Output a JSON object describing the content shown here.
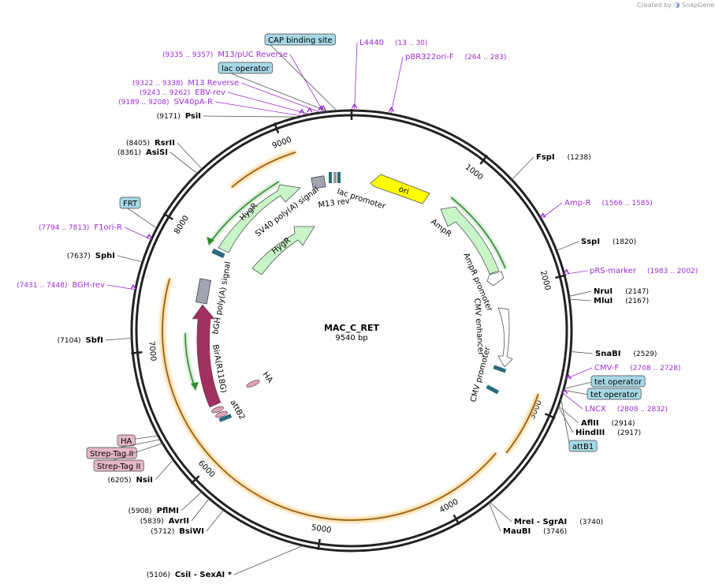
{
  "app": {
    "credit_text": "Created by",
    "brand": "SnapGene"
  },
  "plasmid": {
    "name": "MAC_C_RET",
    "size_label": "9540 bp",
    "length": 9540
  },
  "colors": {
    "backbone": "#222222",
    "hygr": "#c8f5c8",
    "ampr": "#c8f5c8",
    "ori": "#ffff00",
    "birA": "#a0305f",
    "orf": "#f0a020",
    "primer": "#9b30d0",
    "boxed_label_bg": "#a7d8e6",
    "tag_label_bg": "#e6b7c6"
  },
  "ticks": [
    {
      "pos": 1000,
      "label": "1000"
    },
    {
      "pos": 2000,
      "label": "2000"
    },
    {
      "pos": 3000,
      "label": "3000"
    },
    {
      "pos": 4000,
      "label": "4000"
    },
    {
      "pos": 5000,
      "label": "5000"
    },
    {
      "pos": 6000,
      "label": "6000"
    },
    {
      "pos": 7000,
      "label": "7000"
    },
    {
      "pos": 8000,
      "label": "8000"
    },
    {
      "pos": 9000,
      "label": "9000"
    }
  ],
  "enzymes": [
    {
      "name": "FspI",
      "coord": "(1238)",
      "pos": 1238
    },
    {
      "name": "SspI",
      "coord": "(1820)",
      "pos": 1820
    },
    {
      "name": "NruI",
      "coord": "(2147)",
      "pos": 2147
    },
    {
      "name": "MluI",
      "coord": "(2167)",
      "pos": 2167
    },
    {
      "name": "SnaBI",
      "coord": "(2529)",
      "pos": 2529
    },
    {
      "name": "AflII",
      "coord": "(2914)",
      "pos": 2914
    },
    {
      "name": "HindIII",
      "coord": "(2917)",
      "pos": 2917
    },
    {
      "name": "MreI - SgrAI",
      "coord": "(3740)",
      "pos": 3740
    },
    {
      "name": "MauBI",
      "coord": "(3746)",
      "pos": 3746
    },
    {
      "name": "CsiI - SexAI *",
      "coord": "(5106)",
      "pos": 5106
    },
    {
      "name": "BsiWI",
      "coord": "(5712)",
      "pos": 5712
    },
    {
      "name": "AvrII",
      "coord": "(5839)",
      "pos": 5839
    },
    {
      "name": "PflMI",
      "coord": "(5908)",
      "pos": 5908
    },
    {
      "name": "NsiI",
      "coord": "(6205)",
      "pos": 6205
    },
    {
      "name": "SbfI",
      "coord": "(7104)",
      "pos": 7104
    },
    {
      "name": "SphI",
      "coord": "(7637)",
      "pos": 7637
    },
    {
      "name": "AsiSI",
      "coord": "(8361)",
      "pos": 8361
    },
    {
      "name": "RsrII",
      "coord": "(8405)",
      "pos": 8405
    },
    {
      "name": "PsiI",
      "coord": "(9171)",
      "pos": 9171
    }
  ],
  "primers": [
    {
      "name": "L4440",
      "coord": "(13 .. 30)",
      "pos": 20
    },
    {
      "name": "pBR322ori-F",
      "coord": "(264 .. 283)",
      "pos": 273
    },
    {
      "name": "Amp-R",
      "coord": "(1566 .. 1585)",
      "pos": 1575
    },
    {
      "name": "pRS-marker",
      "coord": "(1983 .. 2002)",
      "pos": 1992
    },
    {
      "name": "CMV-F",
      "coord": "(2708 .. 2728)",
      "pos": 2718
    },
    {
      "name": "LNCX",
      "coord": "(2808 .. 2832)",
      "pos": 2820
    },
    {
      "name": "BGH-rev",
      "coord": "(7431 .. 7448)",
      "pos": 7440
    },
    {
      "name": "F1ori-R",
      "coord": "(7794 .. 7813)",
      "pos": 7803
    },
    {
      "name": "SV40pA-R",
      "coord": "(9189 .. 9208)",
      "pos": 9198
    },
    {
      "name": "EBV-rev",
      "coord": "(9243 .. 9262)",
      "pos": 9252
    },
    {
      "name": "M13 Reverse",
      "coord": "(9322 .. 9338)",
      "pos": 9330
    },
    {
      "name": "M13/pUC Reverse",
      "coord": "(9335 .. 9357)",
      "pos": 9346
    }
  ],
  "boxed_labels": [
    {
      "name": "CAP binding site",
      "pos": 9440
    },
    {
      "name": "lac operator",
      "pos": 9380
    },
    {
      "name": "tet operator",
      "pos": 2790
    },
    {
      "name": "tet operator",
      "pos": 2800
    },
    {
      "name": "attB1",
      "pos": 2860
    },
    {
      "name": "FRT",
      "pos": 7890
    }
  ],
  "tag_labels": [
    {
      "name": "HA",
      "pos": 6400
    },
    {
      "name": "Strep-Tag II",
      "pos": 6370
    },
    {
      "name": "Strep-Tag II",
      "pos": 6340
    }
  ],
  "features": [
    {
      "name": "ori",
      "kind": "ori"
    },
    {
      "name": "AmpR",
      "kind": "ampr"
    },
    {
      "name": "AmpR promoter",
      "kind": "promoter"
    },
    {
      "name": "CMV enhancer",
      "kind": "enhancer"
    },
    {
      "name": "CMV promoter",
      "kind": "promoter"
    },
    {
      "name": "HygR",
      "kind": "hygr"
    },
    {
      "name": "HygR",
      "kind": "hygr"
    },
    {
      "name": "SV40 poly(A) signal",
      "kind": "terminator"
    },
    {
      "name": "lac promoter",
      "kind": "promoter"
    },
    {
      "name": "M13 rev",
      "kind": "primer"
    },
    {
      "name": "bGH poly(A) signal",
      "kind": "terminator"
    },
    {
      "name": "BirA(R118G)",
      "kind": "birA"
    },
    {
      "name": "attB2",
      "kind": "att"
    },
    {
      "name": "HA",
      "kind": "tag"
    }
  ]
}
